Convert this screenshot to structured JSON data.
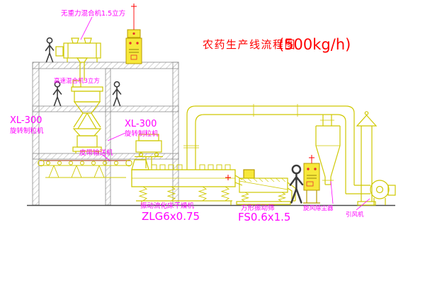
{
  "title": {
    "main": "农药生产线流程图",
    "capacity": "(500kg/h)"
  },
  "equipment_labels": {
    "gravity_mixer": "无重力混合机1.5立方",
    "high_speed_mixer": "高速混合机3立方",
    "granulator_left": {
      "model": "XL-300",
      "name": "旋转制粒机"
    },
    "granulator_right": {
      "model": "XL-300",
      "name": "旋转制粒机"
    },
    "belt_conveyor": "皮带输送机",
    "fluid_bed_dryer": {
      "name": "振动流化床干燥机",
      "model": "ZLG6x0.75"
    },
    "vibrating_screen": {
      "name": "方形振动筛",
      "model": "FS0.6x1.5"
    },
    "cyclone_dust_collector": "旋风除尘器",
    "induced_draft_fan": "引风机"
  },
  "colors": {
    "line_yellow": "#cfc800",
    "label_magenta": "#ff00ff",
    "title_red": "#ff0000",
    "cabinet_fill": "#f7e83a",
    "cabinet_stroke": "#b89b00",
    "structure_gray": "#a8a8a8",
    "belt_brown": "#b05030",
    "figure_gray": "#3c3c3c"
  }
}
